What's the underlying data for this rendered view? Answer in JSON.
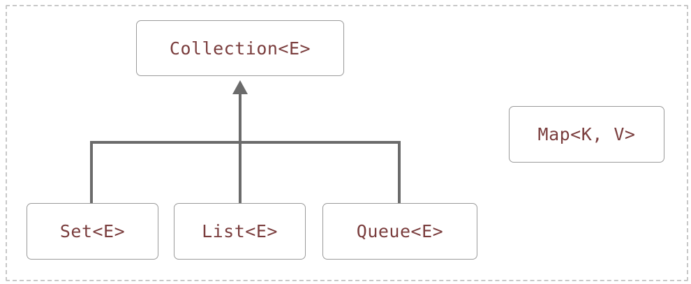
{
  "diagram": {
    "nodes": {
      "collection": "Collection<E>",
      "map": "Map<K, V>",
      "set": "Set<E>",
      "list": "List<E>",
      "queue": "Queue<E>"
    },
    "edges": [
      {
        "from": "set",
        "to": "collection",
        "type": "inheritance"
      },
      {
        "from": "list",
        "to": "collection",
        "type": "inheritance"
      },
      {
        "from": "queue",
        "to": "collection",
        "type": "inheritance"
      }
    ],
    "colors": {
      "node_text": "#7a3d3d",
      "node_border": "#9a9a9a",
      "connector": "#6b6b6b",
      "frame_border": "#c8c8c8"
    }
  }
}
